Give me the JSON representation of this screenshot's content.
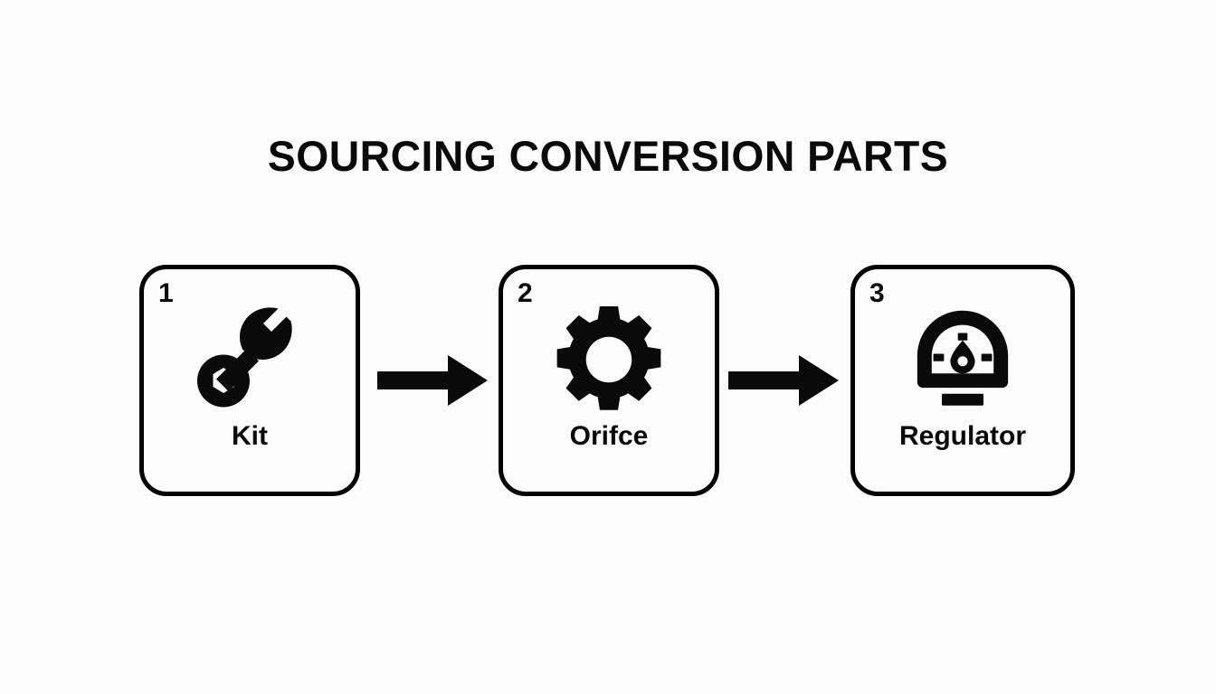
{
  "page": {
    "title": "SOURCING CONVERSION PARTS",
    "background_color": "#fcfcfc",
    "ink_color": "#0a0a0a"
  },
  "diagram": {
    "type": "process-flow",
    "orientation": "horizontal",
    "step_count": 3,
    "steps": [
      {
        "number": "1",
        "label": "Kit",
        "icon": "wrench-icon"
      },
      {
        "number": "2",
        "label": "Orifce",
        "icon": "gear-icon"
      },
      {
        "number": "3",
        "label": "Regulator",
        "icon": "pressure-gauge-icon"
      }
    ],
    "connectors": [
      {
        "icon": "arrow-right-icon",
        "from": "1",
        "to": "2"
      },
      {
        "icon": "arrow-right-icon",
        "from": "2",
        "to": "3"
      }
    ]
  }
}
